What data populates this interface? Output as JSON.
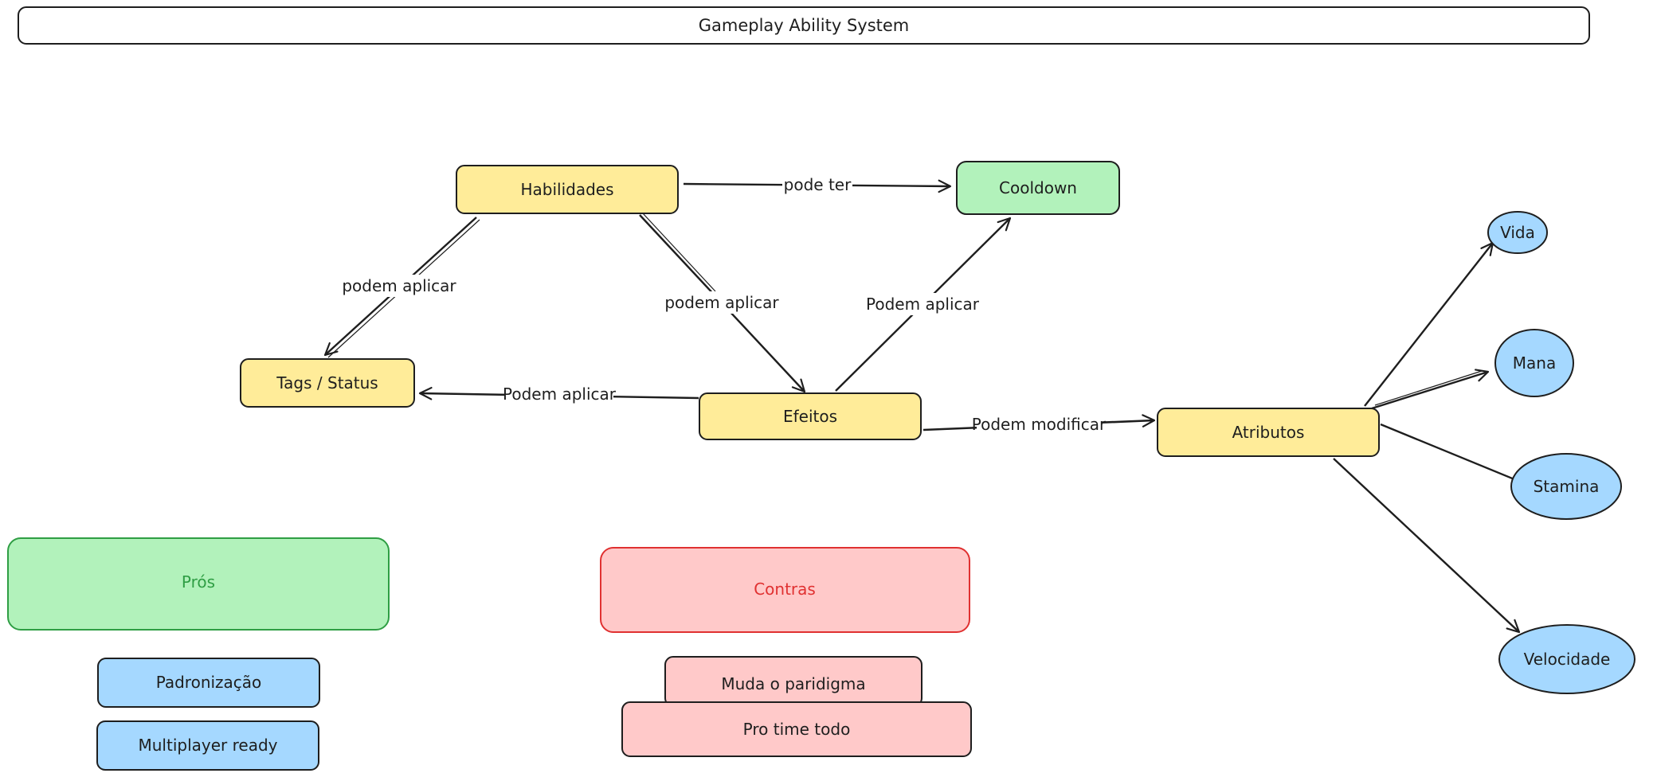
{
  "title": "Gameplay Ability System",
  "colors": {
    "yellow": "#ffec99",
    "green": "#b2f2bb",
    "blue": "#a5d8ff",
    "red": "#ffc9c9",
    "pros_stroke": "#2f9e44",
    "contras_stroke": "#e03131",
    "ink": "#1e1e1e"
  },
  "nodes": {
    "habilidades": "Habilidades",
    "cooldown": "Cooldown",
    "tags_status": "Tags / Status",
    "efeitos": "Efeitos",
    "atributos": "Atributos",
    "vida": "Vida",
    "mana": "Mana",
    "stamina": "Stamina",
    "velocidade": "Velocidade"
  },
  "edges": {
    "habilidades_cooldown": "pode ter",
    "habilidades_tags": "podem aplicar",
    "habilidades_efeitos": "podem aplicar",
    "efeitos_cooldown": "Podem aplicar",
    "efeitos_tags": "Podem aplicar",
    "efeitos_atributos": "Podem modificar"
  },
  "pros": {
    "heading": "Prós",
    "items": [
      "Padronização",
      "Multiplayer ready"
    ]
  },
  "contras": {
    "heading": "Contras",
    "items": [
      "Muda o paridigma",
      "Pro time todo"
    ]
  }
}
